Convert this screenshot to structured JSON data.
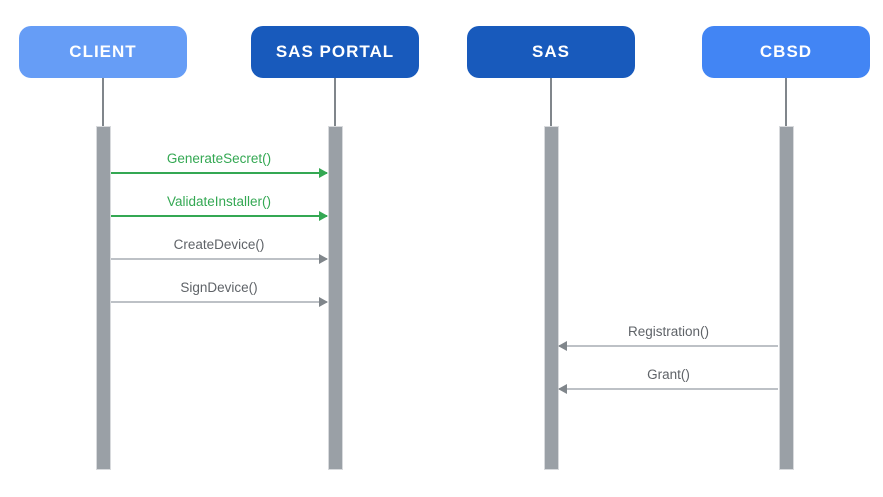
{
  "diagram": {
    "type": "sequence-diagram",
    "lifeline_color": "#80868b",
    "activation_bar_color": "#9aa0a6",
    "background_color": "#ffffff",
    "actors": [
      {
        "id": "client",
        "label": "CLIENT",
        "color": "#669df6",
        "text_color": "#ffffff"
      },
      {
        "id": "sas-portal",
        "label": "SAS PORTAL",
        "color": "#185abc",
        "text_color": "#ffffff"
      },
      {
        "id": "sas",
        "label": "SAS",
        "color": "#185abc",
        "text_color": "#ffffff"
      },
      {
        "id": "cbsd",
        "label": "CBSD",
        "color": "#4285f4",
        "text_color": "#ffffff"
      }
    ],
    "messages": [
      {
        "label": "GenerateSecret()",
        "from": "CLIENT",
        "to": "SAS PORTAL",
        "direction": "right",
        "text_color": "#34a853",
        "line_color": "#34a853",
        "arrow_color": "#34a853"
      },
      {
        "label": "ValidateInstaller()",
        "from": "CLIENT",
        "to": "SAS PORTAL",
        "direction": "right",
        "text_color": "#34a853",
        "line_color": "#34a853",
        "arrow_color": "#34a853"
      },
      {
        "label": "CreateDevice()",
        "from": "CLIENT",
        "to": "SAS PORTAL",
        "direction": "right",
        "text_color": "#5f6368",
        "line_color": "#bdc1c6",
        "arrow_color": "#80868b"
      },
      {
        "label": "SignDevice()",
        "from": "CLIENT",
        "to": "SAS PORTAL",
        "direction": "right",
        "text_color": "#5f6368",
        "line_color": "#bdc1c6",
        "arrow_color": "#80868b"
      },
      {
        "label": "Registration()",
        "from": "CBSD",
        "to": "SAS",
        "direction": "left",
        "text_color": "#5f6368",
        "line_color": "#bdc1c6",
        "arrow_color": "#80868b"
      },
      {
        "label": "Grant()",
        "from": "CBSD",
        "to": "SAS",
        "direction": "left",
        "text_color": "#5f6368",
        "line_color": "#bdc1c6",
        "arrow_color": "#80868b"
      }
    ]
  }
}
